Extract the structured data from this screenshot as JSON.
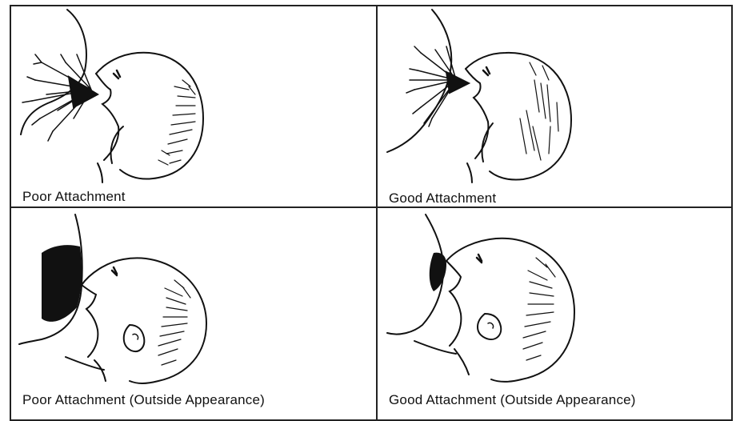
{
  "panels": [
    {
      "id": "poor-internal",
      "label": "Poor Attachment"
    },
    {
      "id": "good-internal",
      "label": "Good Attachment"
    },
    {
      "id": "poor-outside",
      "label": "Poor Attachment (Outside Appearance)"
    },
    {
      "id": "good-outside",
      "label": "Good Attachment (Outside Appearance)"
    }
  ],
  "colors": {
    "ink": "#111111",
    "border": "#222222",
    "background": "#ffffff"
  }
}
